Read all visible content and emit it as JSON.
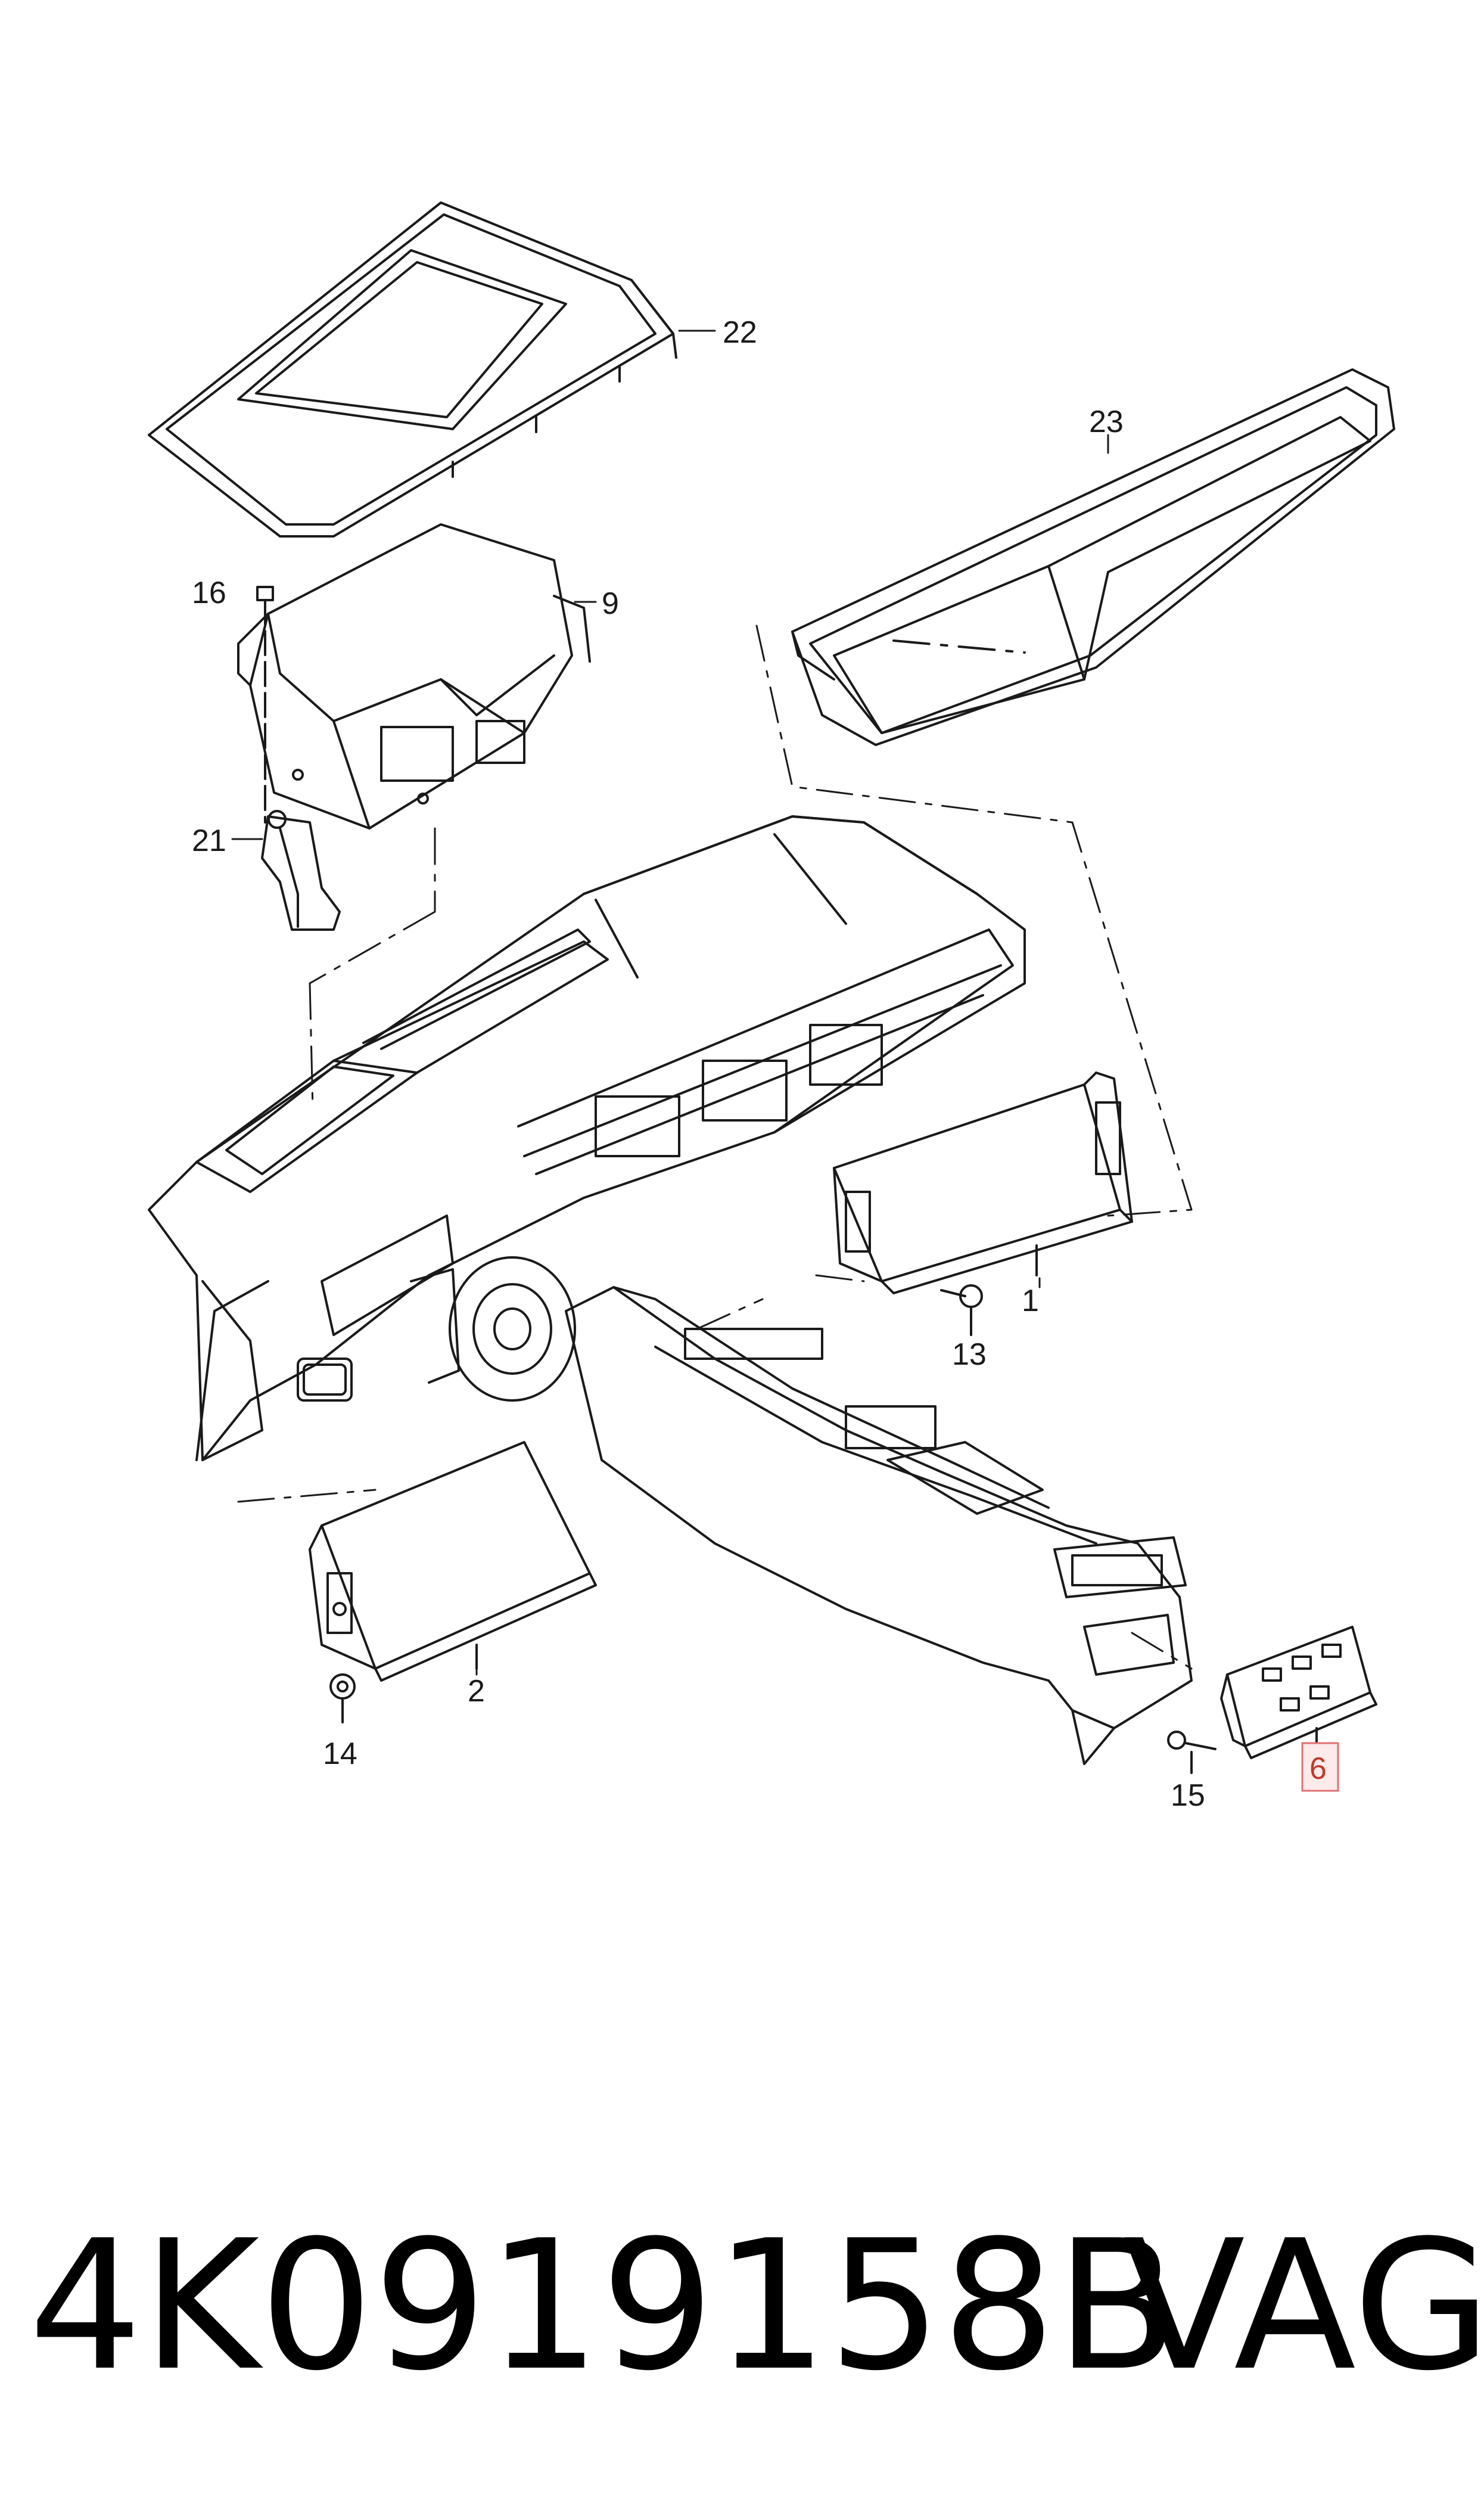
{
  "callouts": [
    {
      "id": "22",
      "label": "22"
    },
    {
      "id": "23",
      "label": "23"
    },
    {
      "id": "16",
      "label": "16"
    },
    {
      "id": "9",
      "label": "9"
    },
    {
      "id": "21",
      "label": "21"
    },
    {
      "id": "1",
      "label": "1"
    },
    {
      "id": "13",
      "label": "13"
    },
    {
      "id": "2",
      "label": "2"
    },
    {
      "id": "14",
      "label": "14"
    },
    {
      "id": "15",
      "label": "15"
    },
    {
      "id": "6",
      "label": "6",
      "highlighted": true
    }
  ],
  "footer": {
    "part_number": "4K0919158B",
    "brand": "VAG"
  },
  "colors": {
    "line": "#1a1a1a",
    "highlight_border": "#e07070",
    "highlight_fill": "#fdeaea"
  }
}
